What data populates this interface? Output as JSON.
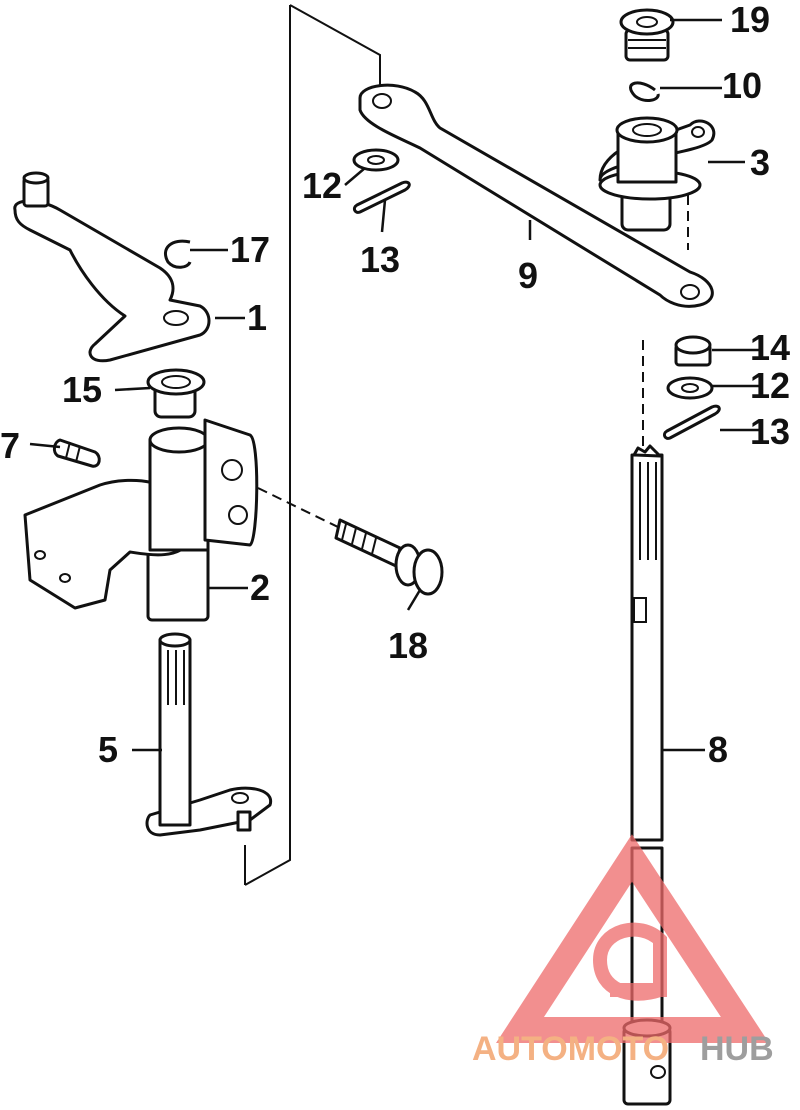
{
  "callouts": {
    "p1": "1",
    "p2": "2",
    "p3": "3",
    "p5": "5",
    "p7": "7",
    "p8": "8",
    "p9": "9",
    "p10": "10",
    "p12a": "12",
    "p12b": "12",
    "p13a": "13",
    "p13b": "13",
    "p14": "14",
    "p15": "15",
    "p17": "17",
    "p18": "18",
    "p19": "19"
  },
  "watermark": {
    "text_a": "AUTOMOTO",
    "text_b": "HUB",
    "color_a": "#f4b183",
    "color_b": "#9e9e9e",
    "logo_color": "#ee6a6a"
  }
}
